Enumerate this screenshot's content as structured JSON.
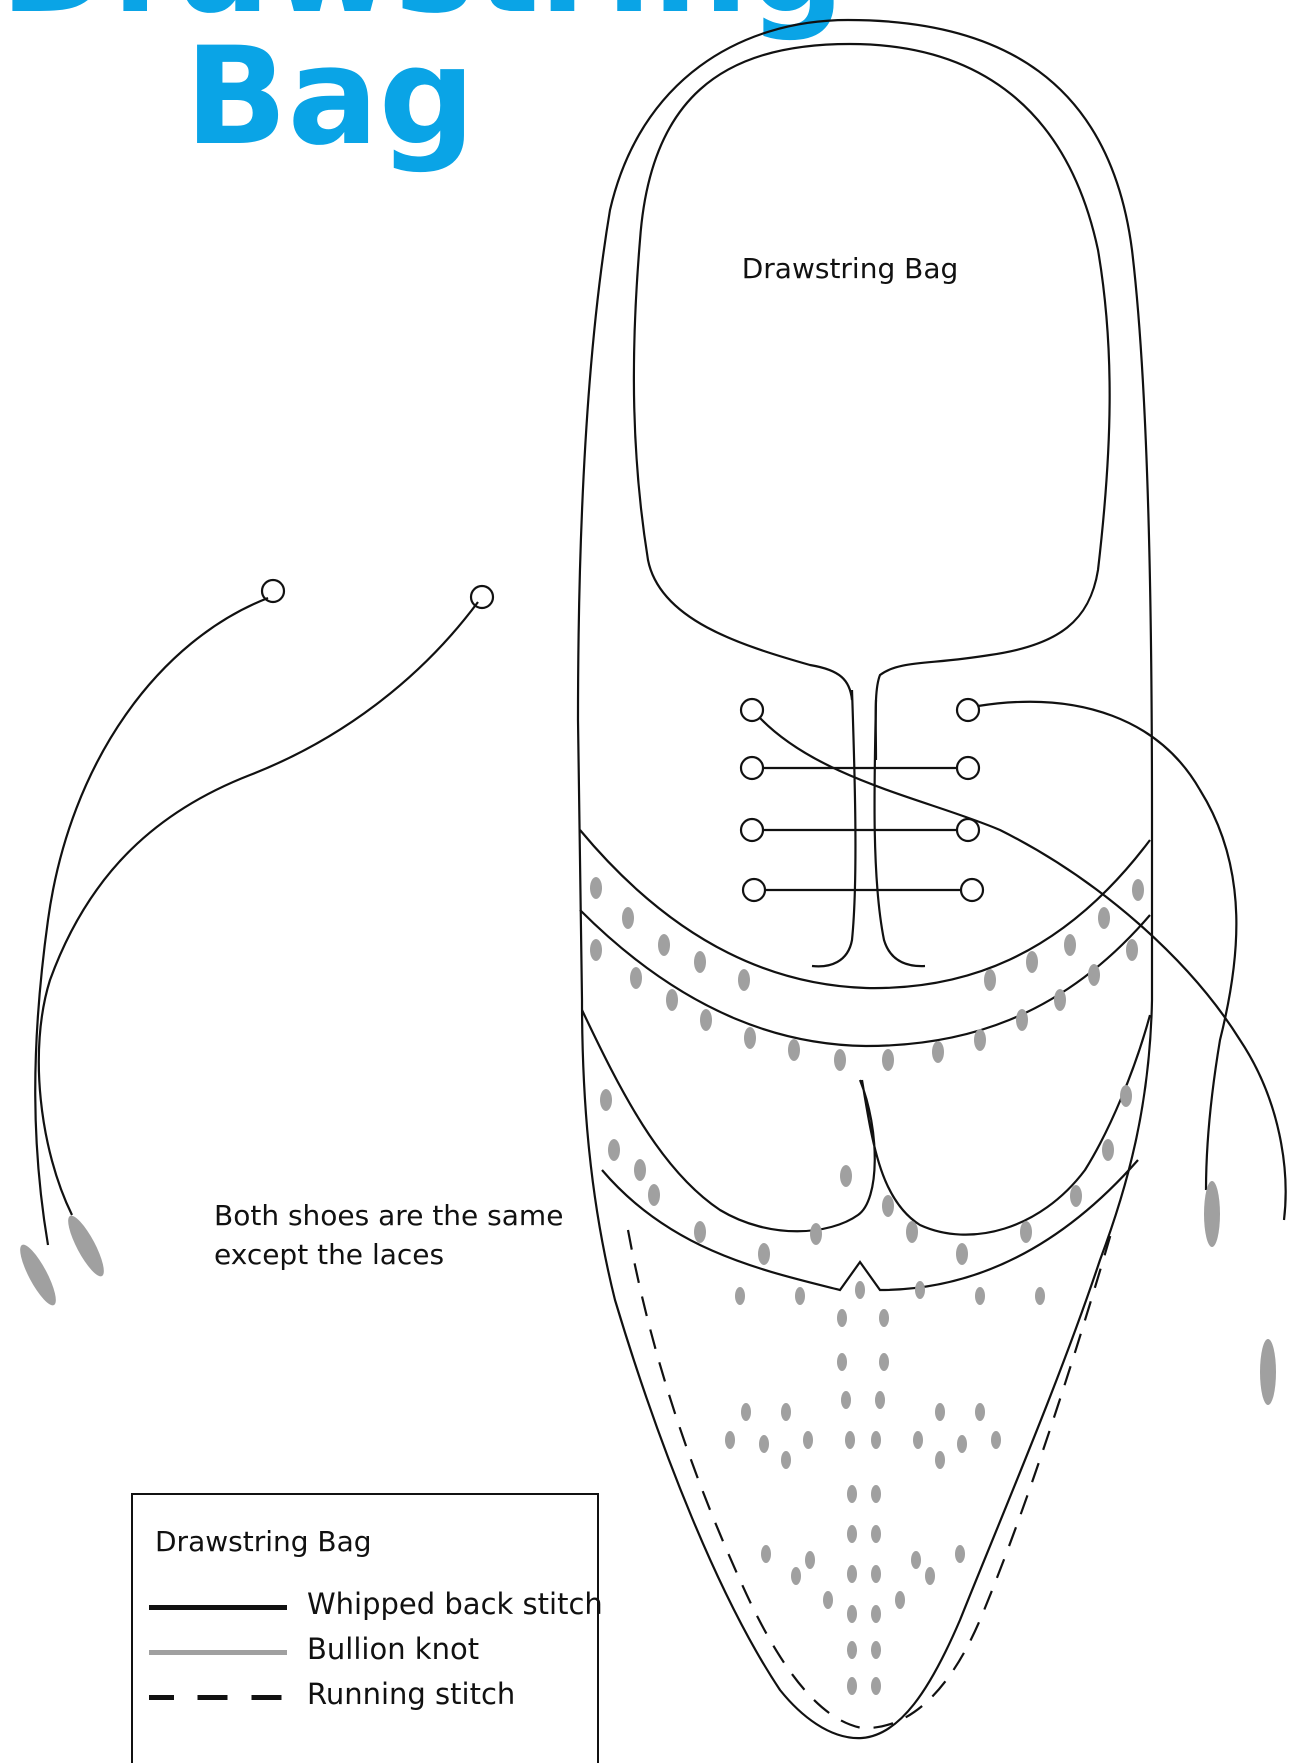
{
  "title": {
    "line1": "Drawstring",
    "line2": "Bag"
  },
  "shoe_label": "Drawstring Bag",
  "note": {
    "line1": "Both shoes are the same",
    "line2": "except the laces"
  },
  "legend": {
    "title": "Drawstring Bag",
    "items": [
      {
        "label": "Whipped back stitch",
        "style": "solid",
        "color": "#111111"
      },
      {
        "label": "Bullion knot",
        "style": "solid",
        "color": "#a0a0a0"
      },
      {
        "label": "Running stitch",
        "style": "dashed",
        "color": "#111111"
      }
    ]
  },
  "colors": {
    "title": "#0aa4e6",
    "outline": "#111111",
    "perforation": "#a0a0a0"
  },
  "icons": [
    "shoe-outline-icon",
    "shoelace-icon",
    "eyelet-icon",
    "aglet-icon"
  ]
}
